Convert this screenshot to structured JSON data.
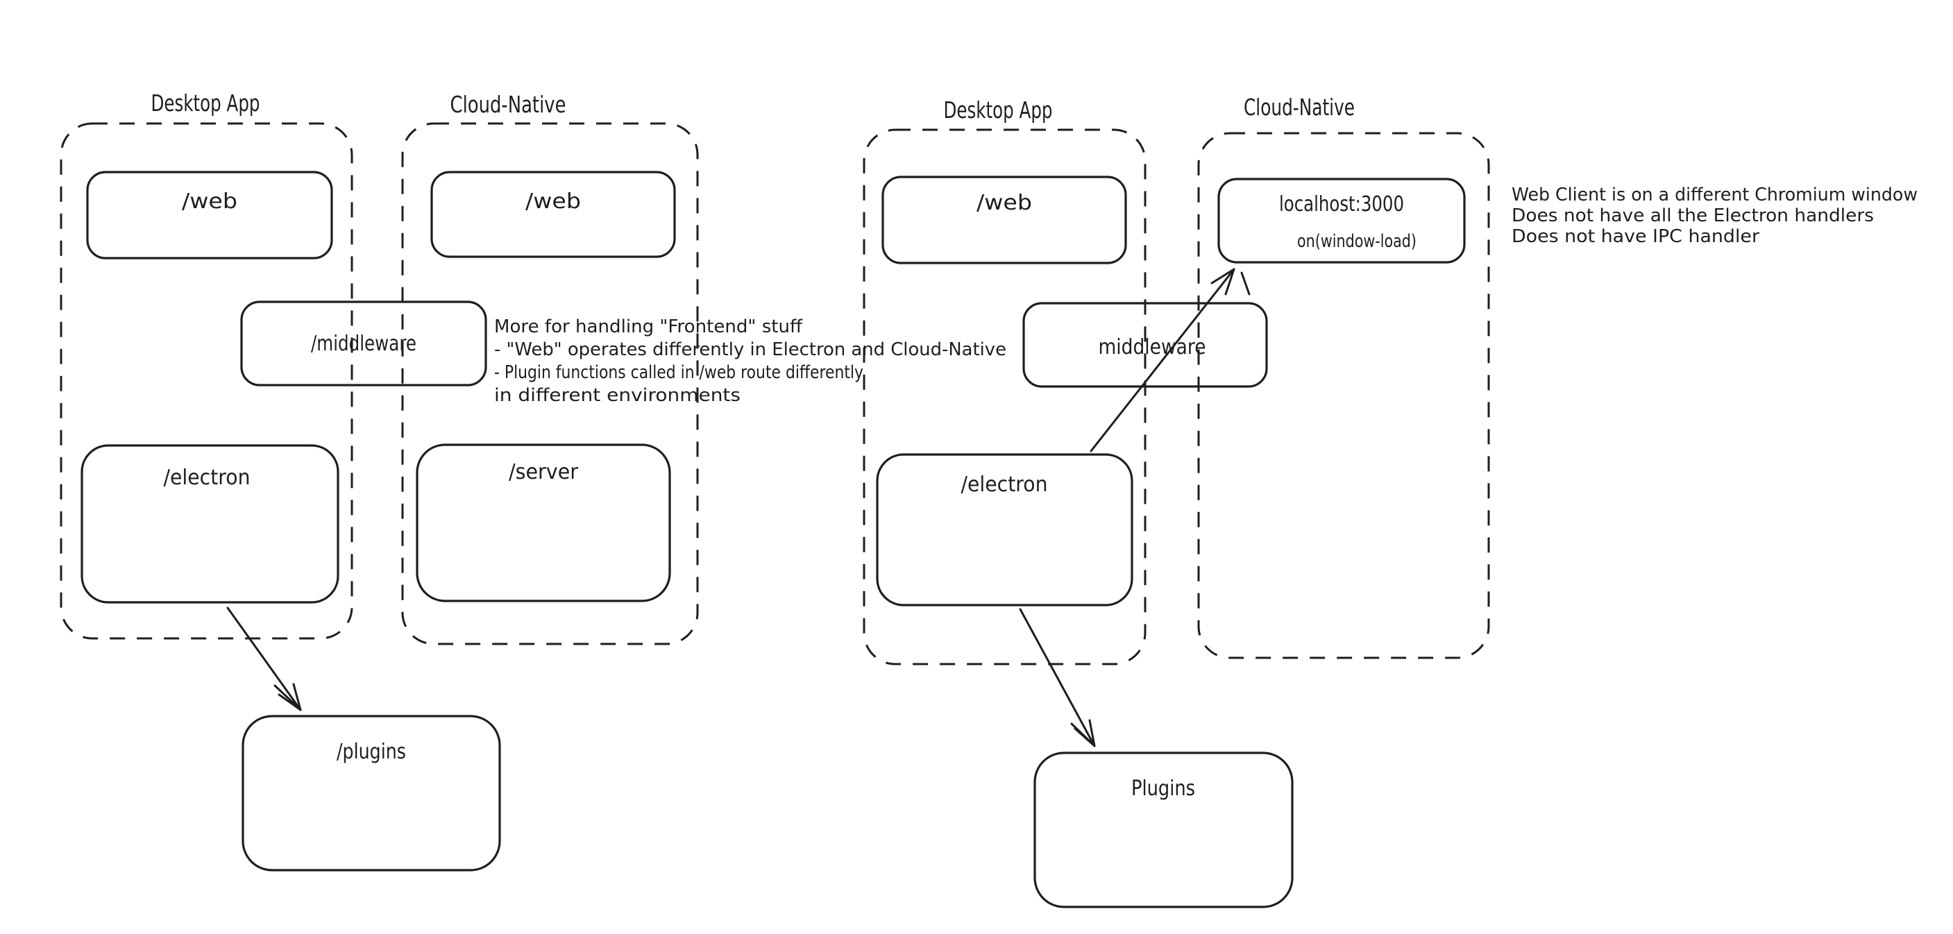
{
  "colors": {
    "ink": "#1e1e1e",
    "red": "#e03131",
    "green": "#2f9e44",
    "background": "#ffffff"
  },
  "left_diagram": {
    "desktop_title": "Desktop App",
    "cloud_title": "Cloud-Native",
    "web_desktop_label": "/web",
    "middleware_label": "/middleware",
    "electron_label": "/electron",
    "web_cloud_label": "/web",
    "server_label": "/server",
    "plugins_label": "/plugins",
    "note": {
      "lines": [
        "More for handling \"Frontend\" stuff",
        "- \"Web\" operates differently in Electron and Cloud-Native",
        "- Plugin functions called in /web route differently",
        "in different environments"
      ]
    }
  },
  "right_diagram": {
    "desktop_title": "Desktop App",
    "cloud_title": "Cloud-Native",
    "web_desktop_label": "/web",
    "middleware_label": "middleware",
    "electron_label": "/electron",
    "localhost_label": "localhost:3000",
    "window_load_label": "on(window-load)",
    "plugins_label": "Plugins",
    "note": {
      "lines": [
        "Web Client is on a different Chromium window",
        "Does not have all the Electron handlers",
        "Does not have IPC handler"
      ]
    }
  }
}
